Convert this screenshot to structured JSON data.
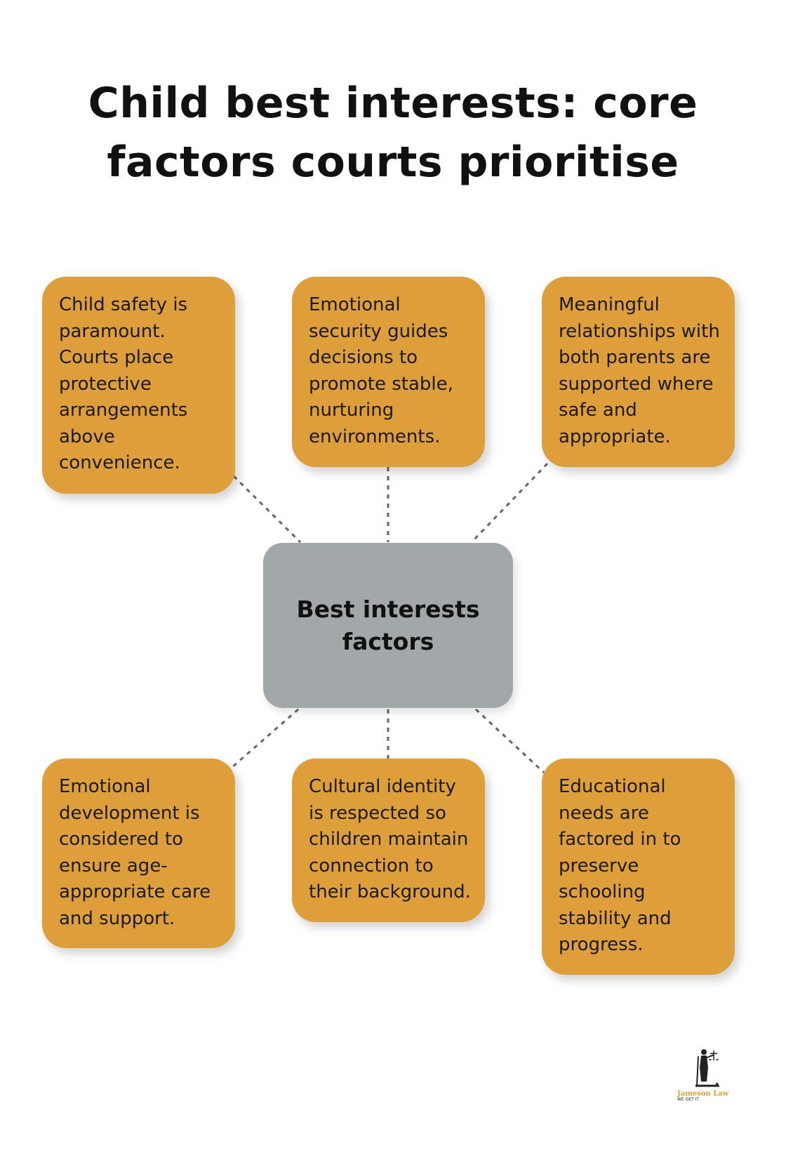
{
  "title": "Child best interests: core factors courts prioritise",
  "center": {
    "label": "Best interests factors"
  },
  "factors": [
    {
      "text": "Child safety is paramount. Courts place protective arrangements above convenience."
    },
    {
      "text": "Emotional security guides decisions to promote stable, nurturing environments."
    },
    {
      "text": "Meaningful relationships with both parents are supported where safe and appropriate."
    },
    {
      "text": "Emotional development is considered to ensure age-appropriate care and support."
    },
    {
      "text": "Cultural identity is respected so children maintain connection to their background."
    },
    {
      "text": "Educational needs are factored in to preserve schooling stability and progress."
    }
  ],
  "logo": {
    "name": "Jameson Law",
    "tagline": "WE GET IT"
  },
  "colors": {
    "card": "#DE9E3A",
    "center": "#A2A7AA",
    "connector": "#666666"
  }
}
